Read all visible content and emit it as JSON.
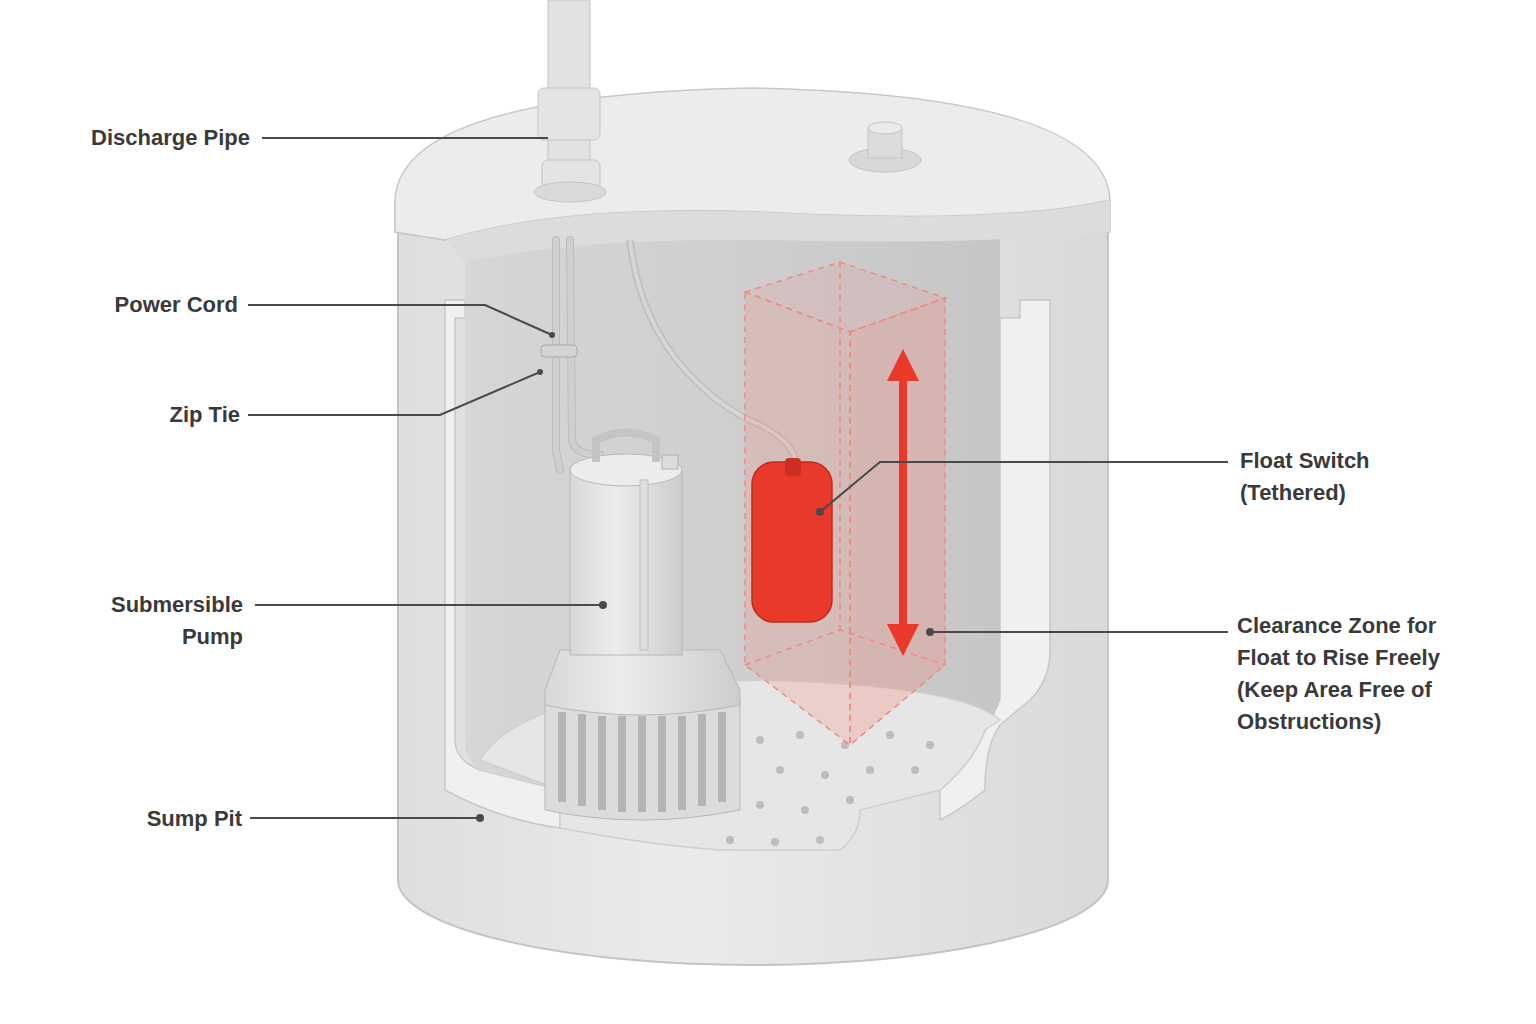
{
  "diagram": {
    "labels": [
      "Discharge Pipe",
      "Power Cord",
      "Zip Tie",
      "Submersible Pump",
      "Sump Pit",
      "Float Switch (Tethered)",
      "Clearance Zone for Float to Rise Freely (Keep Area Free of Obstructions)"
    ]
  }
}
